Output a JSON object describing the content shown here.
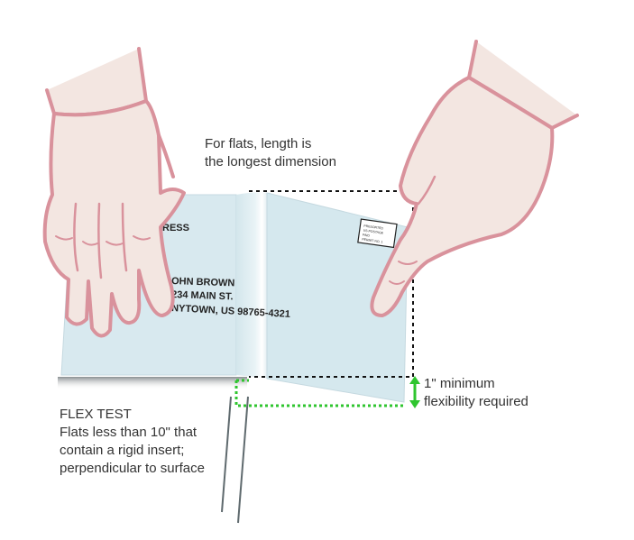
{
  "captions": {
    "length": {
      "line1": "For flats, length is",
      "line2": "the longest dimension"
    },
    "flexibility": {
      "line1": "1\" minimum",
      "line2": "flexibility required"
    },
    "flex_test": {
      "title": "FLEX TEST",
      "line1": "Flats less than 10\" that",
      "line2": "contain a rigid insert;",
      "line3": "perpendicular to surface"
    }
  },
  "envelope": {
    "return_address": "RESS",
    "recipient": {
      "name": "OHN BROWN",
      "street": "234 MAIN ST.",
      "city": "NYTOWN, US  98765-4321"
    },
    "postage": [
      "PRESORTED",
      "US POSTAGE",
      "PAID",
      "PERMIT NO. 1"
    ]
  },
  "colors": {
    "skin": "#f3e6e1",
    "skin_outline": "#d9929c",
    "envelope": "#d8e9ef",
    "dimension_line": "#111111",
    "flex_indicator": "#2fc52f",
    "text": "#333333"
  },
  "icons": [
    "left-hand-icon",
    "right-hand-icon",
    "double-arrow-icon"
  ]
}
